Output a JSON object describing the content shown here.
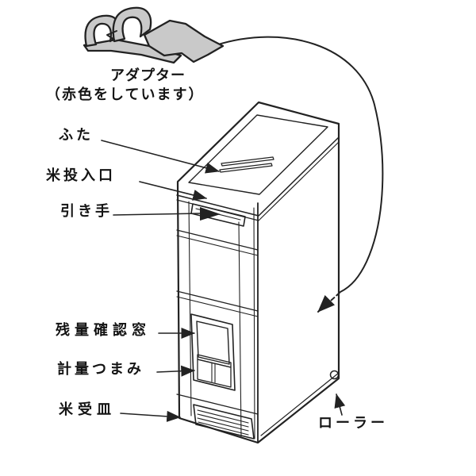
{
  "diagram": {
    "type": "product-parts-diagram",
    "subject": "rice-dispenser",
    "labels": {
      "adapter": "アダプター",
      "adapter_note": "（赤色をしています）",
      "lid": "ふた",
      "rice_inlet": "米投入口",
      "pull_handle": "引き手",
      "remaining_window": "残量確認窓",
      "measuring_knob": "計量つまみ",
      "rice_tray": "米受皿",
      "roller": "ローラー"
    },
    "colors": {
      "line": "#222222",
      "adapter_fill": "#c9c9c9",
      "background": "#ffffff"
    }
  }
}
